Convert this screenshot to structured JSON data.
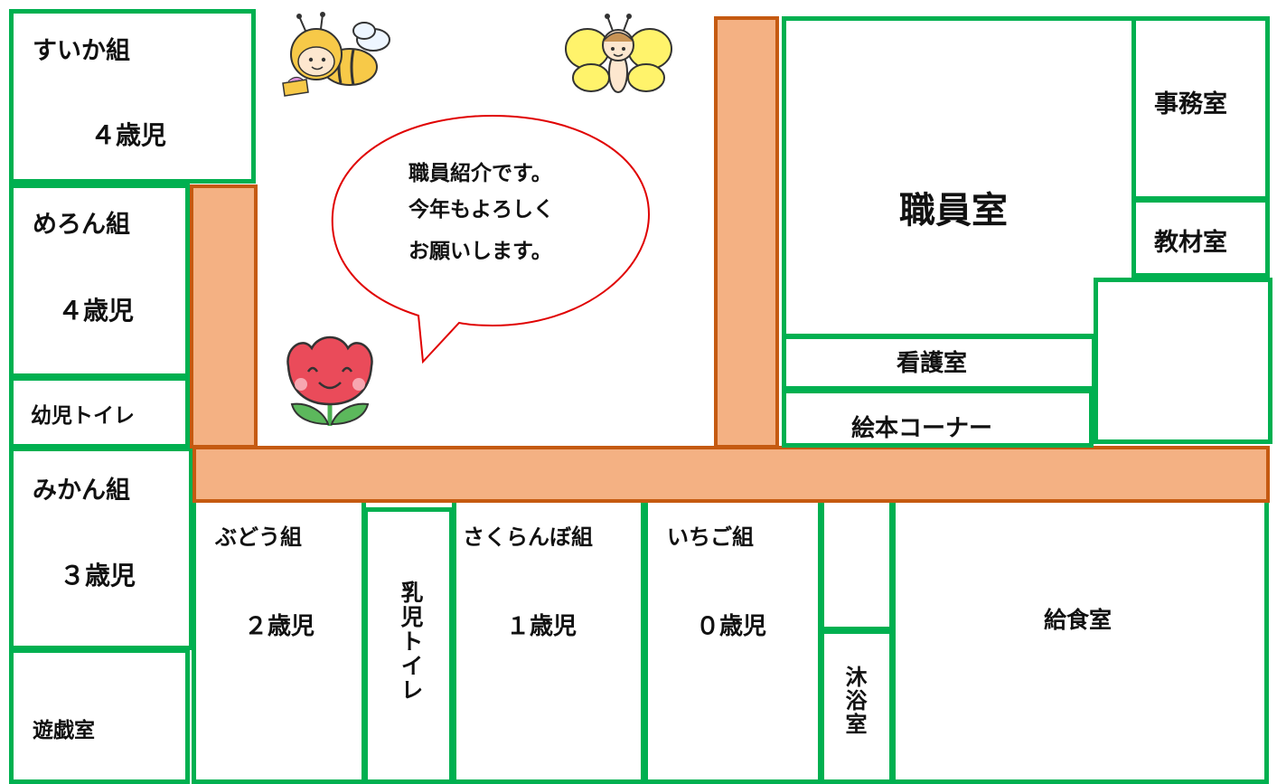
{
  "speech_bubble": {
    "line1": "職員紹介です。",
    "line2": "今年もよろしく",
    "line3": "お願いします。"
  },
  "rooms": {
    "suika": {
      "name": "すいか組",
      "age": "４歳児"
    },
    "melon": {
      "name": "めろん組",
      "age": "４歳児"
    },
    "infant_toilet": {
      "name": "幼児トイレ"
    },
    "mikan": {
      "name": "みかん組",
      "age": "３歳児"
    },
    "playroom": {
      "name": "遊戯室"
    },
    "budou": {
      "name": "ぶどう組",
      "age": "２歳児"
    },
    "baby_toilet": {
      "name": "乳児トイレ"
    },
    "sakuranbo": {
      "name": "さくらんぼ組",
      "age": "１歳児"
    },
    "ichigo": {
      "name": "いちご組",
      "age": "０歳児"
    },
    "bath": {
      "name": "沐浴室"
    },
    "kitchen": {
      "name": "給食室"
    },
    "staff_room": {
      "name": "職員室"
    },
    "office": {
      "name": "事務室"
    },
    "materials": {
      "name": "教材室"
    },
    "nurse": {
      "name": "看護室"
    },
    "picture_book": {
      "name": "絵本コーナー"
    }
  },
  "colors": {
    "wall": "#00b050",
    "hallway_fill": "#f4b183",
    "hallway_border": "#c55a11",
    "bubble_border": "#e00000"
  }
}
